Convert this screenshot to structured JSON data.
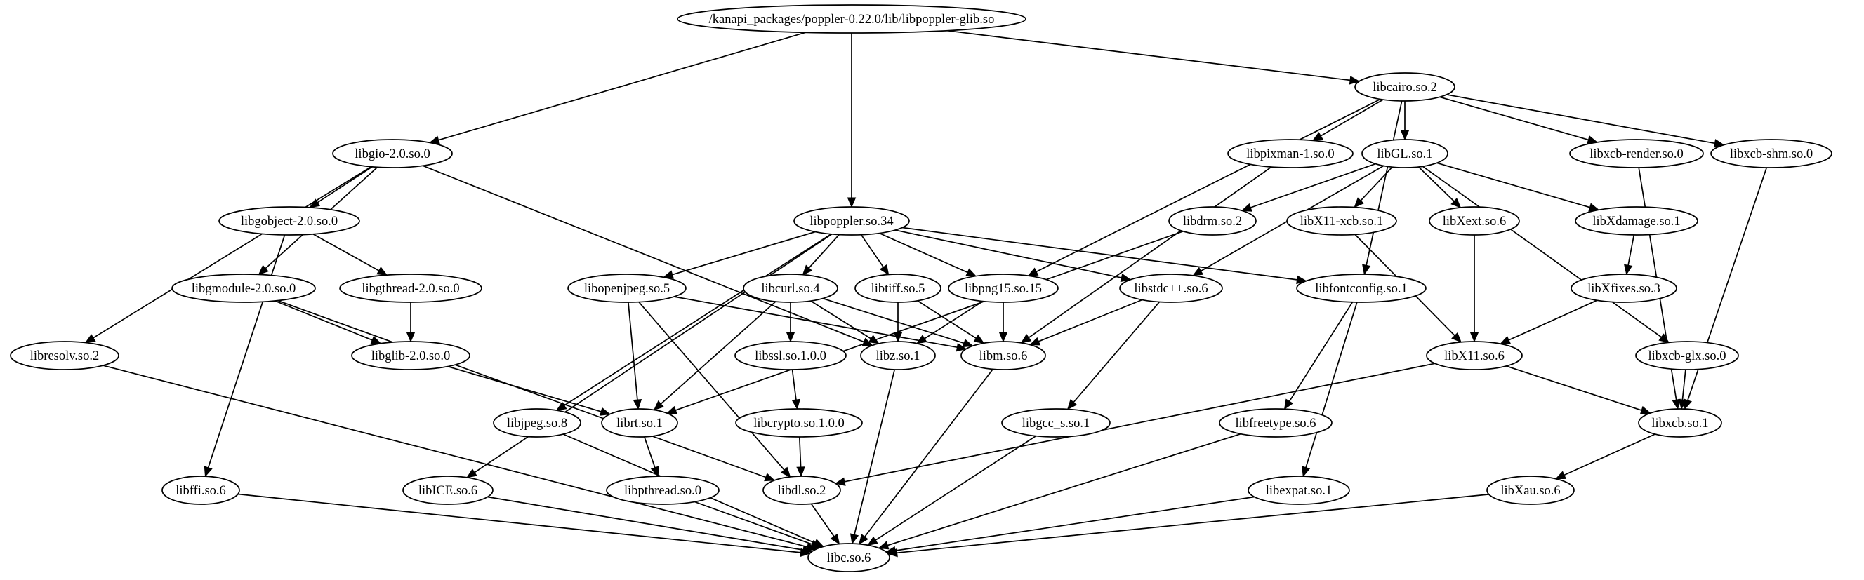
{
  "graph": {
    "nodes": [
      {
        "id": "root",
        "label": "/kanapi_packages/poppler-0.22.0/lib/libpoppler-glib.so"
      },
      {
        "id": "cairo",
        "label": "libcairo.so.2"
      },
      {
        "id": "gio",
        "label": "libgio-2.0.so.0"
      },
      {
        "id": "pixman",
        "label": "libpixman-1.so.0"
      },
      {
        "id": "gl",
        "label": "libGL.so.1"
      },
      {
        "id": "xcbrender",
        "label": "libxcb-render.so.0"
      },
      {
        "id": "xcbshm",
        "label": "libxcb-shm.so.0"
      },
      {
        "id": "gobject",
        "label": "libgobject-2.0.so.0"
      },
      {
        "id": "poppler",
        "label": "libpoppler.so.34"
      },
      {
        "id": "drm",
        "label": "libdrm.so.2"
      },
      {
        "id": "x11xcb",
        "label": "libX11-xcb.so.1"
      },
      {
        "id": "xext",
        "label": "libXext.so.6"
      },
      {
        "id": "xdamage",
        "label": "libXdamage.so.1"
      },
      {
        "id": "gmodule",
        "label": "libgmodule-2.0.so.0"
      },
      {
        "id": "gthread",
        "label": "libgthread-2.0.so.0"
      },
      {
        "id": "openjpeg",
        "label": "libopenjpeg.so.5"
      },
      {
        "id": "curl",
        "label": "libcurl.so.4"
      },
      {
        "id": "tiff",
        "label": "libtiff.so.5"
      },
      {
        "id": "png",
        "label": "libpng15.so.15"
      },
      {
        "id": "stdcpp",
        "label": "libstdc++.so.6"
      },
      {
        "id": "fontconfig",
        "label": "libfontconfig.so.1"
      },
      {
        "id": "xfixes",
        "label": "libXfixes.so.3"
      },
      {
        "id": "resolv",
        "label": "libresolv.so.2"
      },
      {
        "id": "glib",
        "label": "libglib-2.0.so.0"
      },
      {
        "id": "ssl",
        "label": "libssl.so.1.0.0"
      },
      {
        "id": "z",
        "label": "libz.so.1"
      },
      {
        "id": "m",
        "label": "libm.so.6"
      },
      {
        "id": "x11",
        "label": "libX11.so.6"
      },
      {
        "id": "xcbglx",
        "label": "libxcb-glx.so.0"
      },
      {
        "id": "jpeg",
        "label": "libjpeg.so.8"
      },
      {
        "id": "rt",
        "label": "librt.so.1"
      },
      {
        "id": "crypto",
        "label": "libcrypto.so.1.0.0"
      },
      {
        "id": "gcc",
        "label": "libgcc_s.so.1"
      },
      {
        "id": "freetype",
        "label": "libfreetype.so.6"
      },
      {
        "id": "xcb",
        "label": "libxcb.so.1"
      },
      {
        "id": "ffi",
        "label": "libffi.so.6"
      },
      {
        "id": "ice",
        "label": "libICE.so.6"
      },
      {
        "id": "pthread",
        "label": "libpthread.so.0"
      },
      {
        "id": "dl",
        "label": "libdl.so.2"
      },
      {
        "id": "expat",
        "label": "libexpat.so.1"
      },
      {
        "id": "xau",
        "label": "libXau.so.6"
      },
      {
        "id": "c",
        "label": "libc.so.6"
      }
    ],
    "edges": [
      [
        "root",
        "gio"
      ],
      [
        "root",
        "poppler"
      ],
      [
        "root",
        "cairo"
      ],
      [
        "cairo",
        "pixman"
      ],
      [
        "cairo",
        "gl"
      ],
      [
        "cairo",
        "xcbrender"
      ],
      [
        "cairo",
        "xcbshm"
      ],
      [
        "cairo",
        "png"
      ],
      [
        "cairo",
        "fontconfig"
      ],
      [
        "gio",
        "gobject"
      ],
      [
        "gio",
        "gmodule"
      ],
      [
        "gio",
        "resolv"
      ],
      [
        "gio",
        "z"
      ],
      [
        "gobject",
        "gthread"
      ],
      [
        "gobject",
        "ffi"
      ],
      [
        "gmodule",
        "glib"
      ],
      [
        "gmodule",
        "dl"
      ],
      [
        "gthread",
        "glib"
      ],
      [
        "glib",
        "rt"
      ],
      [
        "resolv",
        "c"
      ],
      [
        "poppler",
        "openjpeg"
      ],
      [
        "poppler",
        "curl"
      ],
      [
        "poppler",
        "tiff"
      ],
      [
        "poppler",
        "png"
      ],
      [
        "poppler",
        "stdcpp"
      ],
      [
        "poppler",
        "fontconfig"
      ],
      [
        "poppler",
        "jpeg"
      ],
      [
        "poppler",
        "ice"
      ],
      [
        "openjpeg",
        "rt"
      ],
      [
        "openjpeg",
        "dl"
      ],
      [
        "openjpeg",
        "m"
      ],
      [
        "curl",
        "ssl"
      ],
      [
        "curl",
        "z"
      ],
      [
        "curl",
        "rt"
      ],
      [
        "curl",
        "m"
      ],
      [
        "tiff",
        "z"
      ],
      [
        "tiff",
        "m"
      ],
      [
        "png",
        "z"
      ],
      [
        "png",
        "m"
      ],
      [
        "stdcpp",
        "m"
      ],
      [
        "stdcpp",
        "gcc"
      ],
      [
        "pixman",
        "m"
      ],
      [
        "gl",
        "drm"
      ],
      [
        "gl",
        "x11xcb"
      ],
      [
        "gl",
        "xext"
      ],
      [
        "gl",
        "xdamage"
      ],
      [
        "gl",
        "stdcpp"
      ],
      [
        "gl",
        "xcbglx"
      ],
      [
        "drm",
        "rt"
      ],
      [
        "x11xcb",
        "x11"
      ],
      [
        "xext",
        "x11"
      ],
      [
        "xdamage",
        "xfixes"
      ],
      [
        "xfixes",
        "x11"
      ],
      [
        "x11",
        "xcb"
      ],
      [
        "x11",
        "dl"
      ],
      [
        "xcbglx",
        "xcb"
      ],
      [
        "xcbrender",
        "xcb"
      ],
      [
        "xcbshm",
        "xcb"
      ],
      [
        "xcb",
        "xau"
      ],
      [
        "xau",
        "c"
      ],
      [
        "fontconfig",
        "freetype"
      ],
      [
        "fontconfig",
        "expat"
      ],
      [
        "freetype",
        "c"
      ],
      [
        "expat",
        "c"
      ],
      [
        "ssl",
        "crypto"
      ],
      [
        "crypto",
        "dl"
      ],
      [
        "rt",
        "pthread"
      ],
      [
        "pthread",
        "c"
      ],
      [
        "dl",
        "c"
      ],
      [
        "z",
        "c"
      ],
      [
        "m",
        "c"
      ],
      [
        "gcc",
        "c"
      ],
      [
        "jpeg",
        "c"
      ],
      [
        "ice",
        "c"
      ],
      [
        "ffi",
        "c"
      ]
    ]
  }
}
